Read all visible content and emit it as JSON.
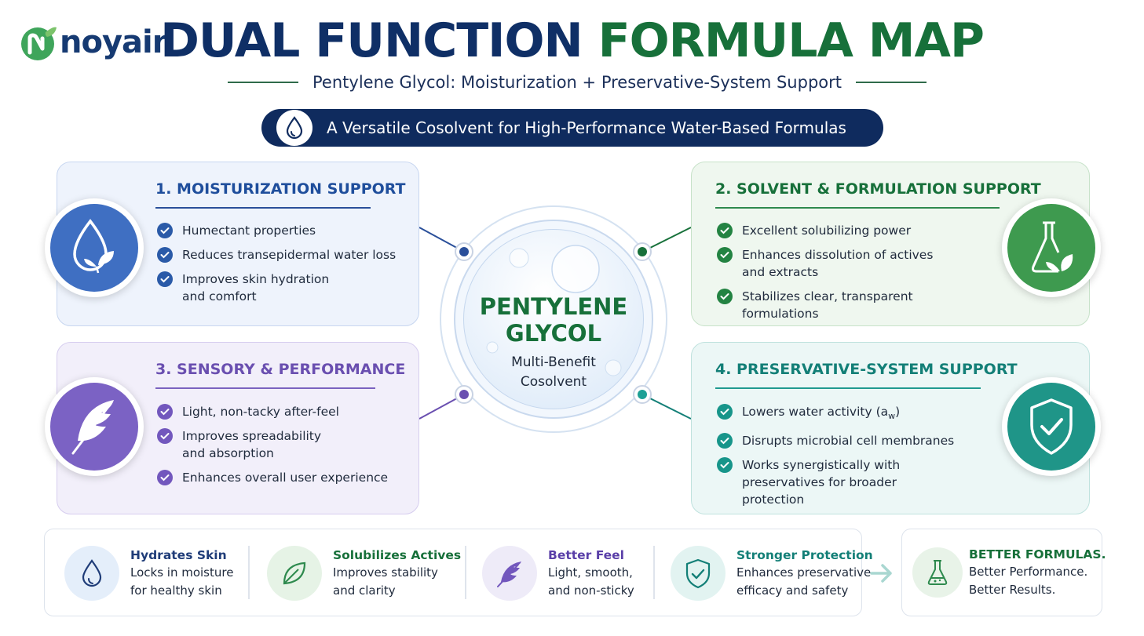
{
  "brand": {
    "name": "noyain",
    "logo_icon": "leaf-n-icon",
    "color": "#163a72",
    "accent": "#3fa55b"
  },
  "header": {
    "title_part1": "DUAL FUNCTION",
    "title_part2": "FORMULA MAP",
    "subtitle": "Pentylene Glycol: Moisturization + Preservative-System Support",
    "banner": "A Versatile Cosolvent for High-Performance Water-Based Formulas",
    "banner_icon": "drop-icon"
  },
  "center": {
    "title_line1": "PENTYLENE",
    "title_line2": "GLYCOL",
    "sub_line1": "Multi-Benefit",
    "sub_line2": "Cosolvent"
  },
  "cards": [
    {
      "title": "1. MOISTURIZATION SUPPORT",
      "color": "#1f4e9c",
      "icon": "drop-leaf-icon",
      "bullets": [
        {
          "line1": "Humectant properties",
          "line2": ""
        },
        {
          "line1": "Reduces transepidermal water loss",
          "line2": ""
        },
        {
          "line1": "Improves skin hydration",
          "line2": "and comfort"
        }
      ]
    },
    {
      "title": "2. SOLVENT & FORMULATION SUPPORT",
      "color": "#17703a",
      "icon": "flask-leaf-icon",
      "bullets": [
        {
          "line1": "Excellent solubilizing power",
          "line2": ""
        },
        {
          "line1": "Enhances dissolution of actives",
          "line2": "and extracts"
        },
        {
          "line1": "Stabilizes clear, transparent",
          "line2": "formulations"
        }
      ]
    },
    {
      "title": "3. SENSORY & PERFORMANCE",
      "color": "#6a4fb0",
      "icon": "feather-icon",
      "bullets": [
        {
          "line1": "Light, non-tacky after-feel",
          "line2": ""
        },
        {
          "line1": "Improves spreadability",
          "line2": "and absorption"
        },
        {
          "line1": "Enhances overall user experience",
          "line2": ""
        }
      ]
    },
    {
      "title": "4. PRESERVATIVE-SYSTEM SUPPORT",
      "color": "#137f77",
      "icon": "shield-check-icon",
      "bullets": [
        {
          "line1": "Lowers water activity (a",
          "sub": "w",
          "line1_end": ")",
          "line2": ""
        },
        {
          "line1": "Disrupts microbial cell membranes",
          "line2": ""
        },
        {
          "line1": "Works synergistically with",
          "line2": "preservatives for broader",
          "line3": "protection"
        }
      ]
    }
  ],
  "bottom": [
    {
      "title": "Hydrates Skin",
      "desc1": "Locks in moisture",
      "desc2": "for healthy skin",
      "color": "#1f3c78",
      "icon": "drop-icon"
    },
    {
      "title": "Solubilizes Actives",
      "desc1": "Improves stability",
      "desc2": "and clarity",
      "color": "#17703a",
      "icon": "leaf-icon"
    },
    {
      "title": "Better Feel",
      "desc1": "Light, smooth,",
      "desc2": "and non-sticky",
      "color": "#5a3fa8",
      "icon": "feather-icon"
    },
    {
      "title": "Stronger Protection",
      "desc1": "Enhances preservative",
      "desc2": "efficacy and safety",
      "color": "#137f77",
      "icon": "shield-check-icon"
    }
  ],
  "result": {
    "title": "BETTER FORMULAS.",
    "desc1": "Better Performance.",
    "desc2": "Better Results.",
    "color": "#17703a",
    "icon": "flask-icon",
    "arrow_icon": "arrow-right-icon"
  }
}
